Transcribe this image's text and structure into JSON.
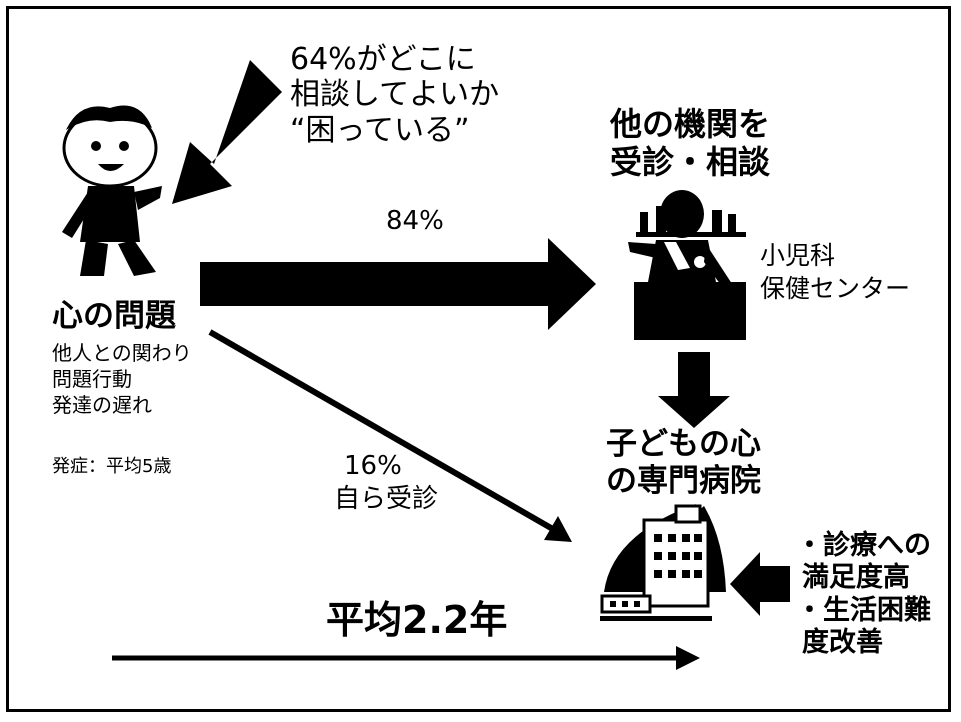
{
  "callout_64": {
    "lines": [
      "64%がどこに",
      "相談してよいか",
      "“困っている”"
    ]
  },
  "child": {
    "title": "心の問題",
    "items": [
      "他人との関わり",
      "問題行動",
      "発達の遅れ"
    ],
    "onset": "発症：平均5歳"
  },
  "arrow_84": {
    "label": "84%"
  },
  "arrow_16": {
    "lines": [
      "16%",
      "自ら受診"
    ]
  },
  "other_institution": {
    "title_lines": [
      "他の機関を",
      "受診・相談"
    ],
    "examples": [
      "小児科",
      "保健センター"
    ]
  },
  "hospital": {
    "title_lines": [
      "子どもの心",
      "の専門病院"
    ]
  },
  "outcome": {
    "lines": [
      "・診療への",
      "満足度高",
      "・生活困難",
      "度改善"
    ]
  },
  "timeline": {
    "label": "平均2.2年"
  }
}
